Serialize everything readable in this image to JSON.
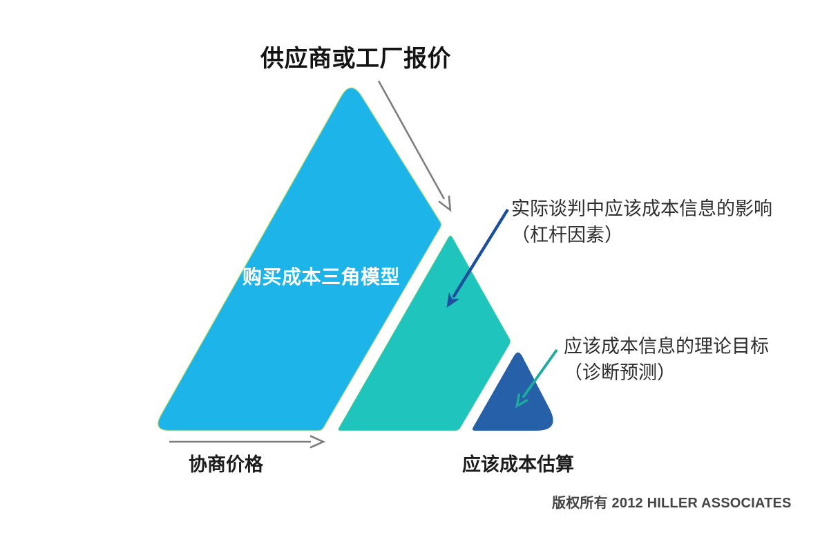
{
  "title": "供应商或工厂报价",
  "pyramid": {
    "main_label": "购买成本三角模型"
  },
  "annotations": {
    "negotiation_impact": {
      "line1": "实际谈判中应该成本信息的影响",
      "line2": "（杠杆因素）"
    },
    "theoretical_target": {
      "line1": "应该成本信息的理论目标",
      "line2": "（诊断预测）"
    }
  },
  "bottom_labels": {
    "negotiated_price": "协商价格",
    "should_cost_estimate": "应该成本估算"
  },
  "footer": {
    "copyright": "版权所有 2012 HILLER ASSOCIATES"
  },
  "colors": {
    "main_triangle": "#1db4e9",
    "middle_triangle": "#1fc5bd",
    "small_triangle": "#2560a9",
    "gray_arrow": "#7d7d7d",
    "blue_arrow": "#1c4f9e",
    "teal_arrow": "#1dab9f"
  }
}
